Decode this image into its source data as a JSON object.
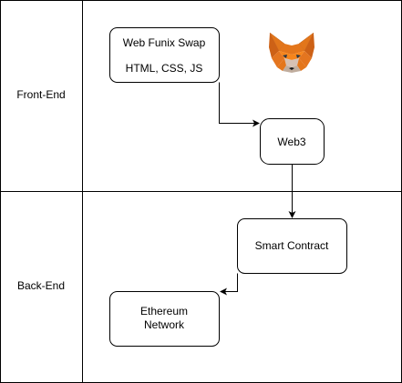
{
  "colors": {
    "line": "#000000",
    "background": "#ffffff",
    "fox_orange": "#e2761b",
    "fox_dark_orange": "#c0611a",
    "fox_light": "#f6851b",
    "fox_cream": "#d7c1b3",
    "fox_dark": "#233447"
  },
  "lanes": [
    {
      "label": "Front-End"
    },
    {
      "label": "Back-End"
    }
  ],
  "nodes": {
    "web_funix_swap": {
      "line1": "Web Funix Swap",
      "line2": "HTML, CSS, JS"
    },
    "web3": {
      "label": "Web3"
    },
    "smart_contract": {
      "label": "Smart Contract"
    },
    "ethereum_network": {
      "line1": "Ethereum",
      "line2": "Network"
    }
  },
  "icons": {
    "wallet": "metamask-fox-icon"
  }
}
